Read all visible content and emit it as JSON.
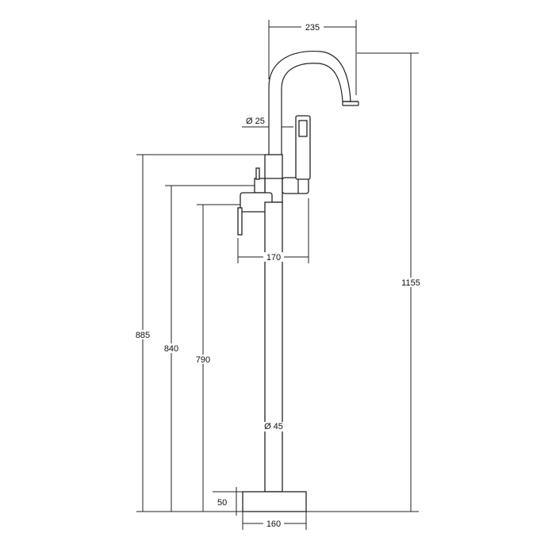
{
  "drawing": {
    "dimensions": {
      "spout_reach": "235",
      "total_height": "1155",
      "hose_diameter": "Ø 25",
      "handle_reach": "170",
      "height_885": "885",
      "height_840": "840",
      "height_790": "790",
      "column_diameter": "Ø 45",
      "base_height": "50",
      "base_width": "160"
    }
  }
}
